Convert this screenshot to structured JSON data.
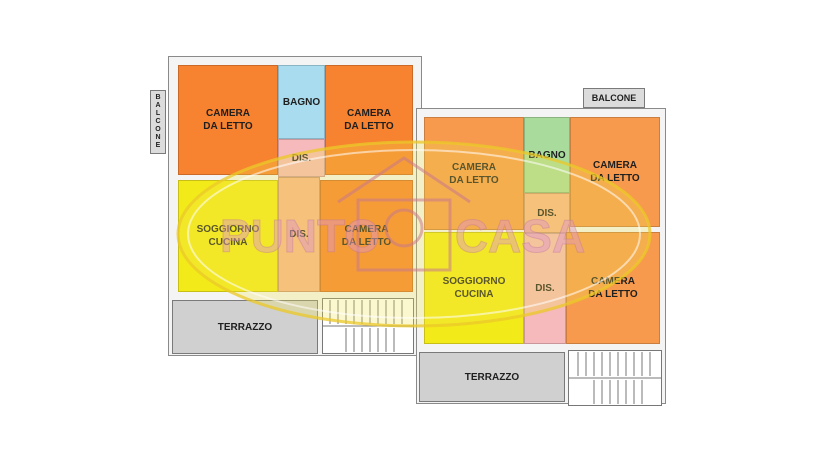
{
  "plan": {
    "left_unit": {
      "rooms": {
        "camera_1": "CAMERA\nDA LETTO",
        "bagno": "BAGNO",
        "camera_2": "CAMERA\nDA LETTO",
        "dis_1": "DIS.",
        "dis_2": "DIS.",
        "soggiorno": "SOGGIORNO\nCUCINA",
        "camera_3": "CAMERA\nDA LETTO"
      },
      "terrazzo": "TERRAZZO",
      "balcone": "BALCONE"
    },
    "right_unit": {
      "rooms": {
        "camera_1": "CAMERA\nDA LETTO",
        "bagno": "BAGNO",
        "camera_2": "CAMERA\nDA LETTO",
        "dis_1": "DIS.",
        "dis_2": "DIS.",
        "soggiorno": "SOGGIORNO\nCUCINA",
        "camera_3": "CAMERA\nDA LETTO"
      },
      "terrazzo": "TERRAZZO",
      "balcone": "BALCONE"
    }
  },
  "watermark": {
    "word_1": "PUNTO",
    "word_2": "CASA"
  },
  "colors": {
    "bedroom": "#f7822f",
    "bedroom_light": "#f79a4e",
    "living": "#f3ea1a",
    "bath_left": "#a9dcef",
    "bath_right": "#a9dc9c",
    "corridor": "#f6b9bc",
    "watermark": "#d9a0c8"
  }
}
